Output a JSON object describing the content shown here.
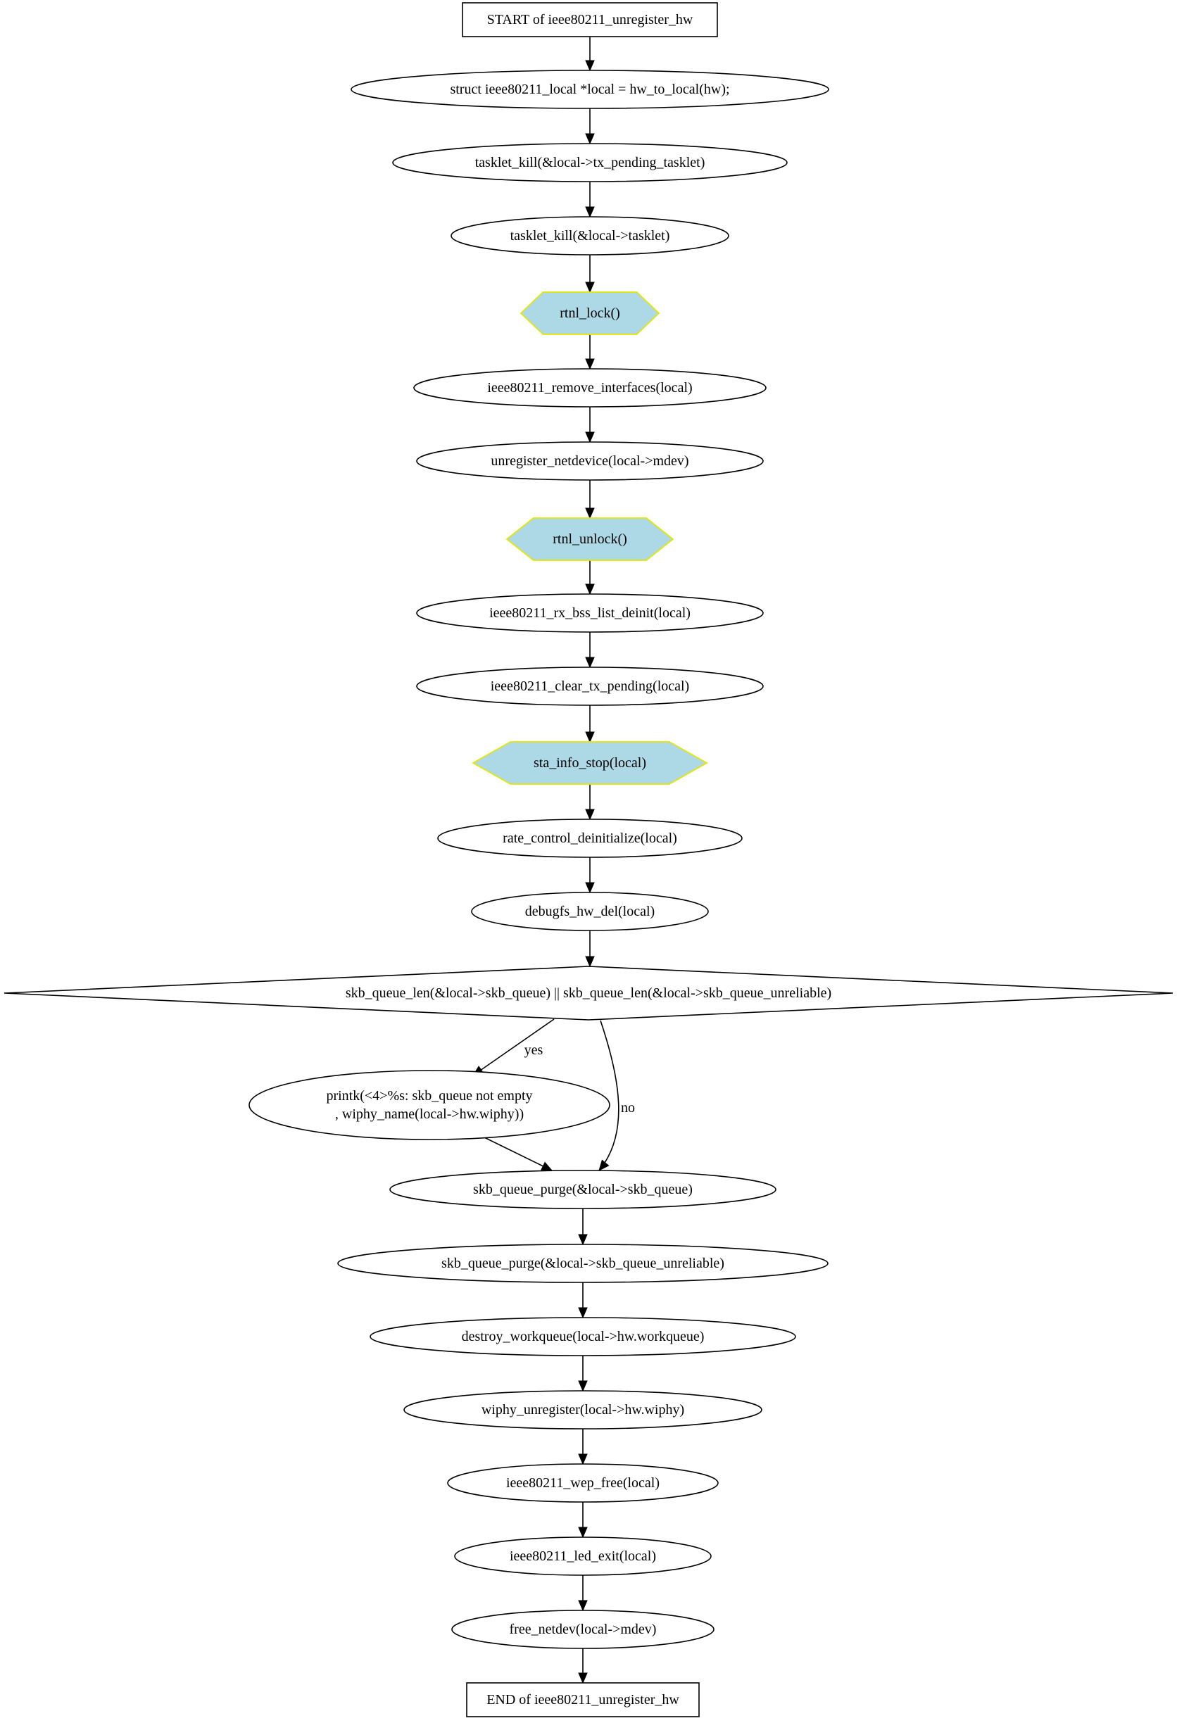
{
  "diagram": {
    "nodes": [
      {
        "id": "start",
        "shape": "box",
        "lines": [
          "START of ieee80211_unregister_hw"
        ]
      },
      {
        "id": "n1",
        "shape": "ellipse",
        "lines": [
          "struct ieee80211_local *local = hw_to_local(hw);"
        ]
      },
      {
        "id": "n2",
        "shape": "ellipse",
        "lines": [
          "tasklet_kill(&local->tx_pending_tasklet)"
        ]
      },
      {
        "id": "n3",
        "shape": "ellipse",
        "lines": [
          "tasklet_kill(&local->tasklet)"
        ]
      },
      {
        "id": "n4",
        "shape": "hexagon",
        "lines": [
          "rtnl_lock()"
        ]
      },
      {
        "id": "n5",
        "shape": "ellipse",
        "lines": [
          "ieee80211_remove_interfaces(local)"
        ]
      },
      {
        "id": "n6",
        "shape": "ellipse",
        "lines": [
          "unregister_netdevice(local->mdev)"
        ]
      },
      {
        "id": "n7",
        "shape": "hexagon",
        "lines": [
          "rtnl_unlock()"
        ]
      },
      {
        "id": "n8",
        "shape": "ellipse",
        "lines": [
          "ieee80211_rx_bss_list_deinit(local)"
        ]
      },
      {
        "id": "n9",
        "shape": "ellipse",
        "lines": [
          "ieee80211_clear_tx_pending(local)"
        ]
      },
      {
        "id": "n10",
        "shape": "hexagon",
        "lines": [
          "sta_info_stop(local)"
        ]
      },
      {
        "id": "n11",
        "shape": "ellipse",
        "lines": [
          "rate_control_deinitialize(local)"
        ]
      },
      {
        "id": "n12",
        "shape": "ellipse",
        "lines": [
          "debugfs_hw_del(local)"
        ]
      },
      {
        "id": "n13",
        "shape": "diamond",
        "lines": [
          "skb_queue_len(&local->skb_queue) || skb_queue_len(&local->skb_queue_unreliable)"
        ]
      },
      {
        "id": "n14",
        "shape": "ellipse",
        "lines": [
          "printk(<4>%s: skb_queue not empty",
          ", wiphy_name(local->hw.wiphy))"
        ]
      },
      {
        "id": "n15",
        "shape": "ellipse",
        "lines": [
          "skb_queue_purge(&local->skb_queue)"
        ]
      },
      {
        "id": "n16",
        "shape": "ellipse",
        "lines": [
          "skb_queue_purge(&local->skb_queue_unreliable)"
        ]
      },
      {
        "id": "n17",
        "shape": "ellipse",
        "lines": [
          "destroy_workqueue(local->hw.workqueue)"
        ]
      },
      {
        "id": "n18",
        "shape": "ellipse",
        "lines": [
          "wiphy_unregister(local->hw.wiphy)"
        ]
      },
      {
        "id": "n19",
        "shape": "ellipse",
        "lines": [
          "ieee80211_wep_free(local)"
        ]
      },
      {
        "id": "n20",
        "shape": "ellipse",
        "lines": [
          "ieee80211_led_exit(local)"
        ]
      },
      {
        "id": "n21",
        "shape": "ellipse",
        "lines": [
          "free_netdev(local->mdev)"
        ]
      },
      {
        "id": "end",
        "shape": "box",
        "lines": [
          "END of ieee80211_unregister_hw"
        ]
      }
    ],
    "edges": [
      {
        "from": "start",
        "to": "n1",
        "label": ""
      },
      {
        "from": "n1",
        "to": "n2",
        "label": ""
      },
      {
        "from": "n2",
        "to": "n3",
        "label": ""
      },
      {
        "from": "n3",
        "to": "n4",
        "label": ""
      },
      {
        "from": "n4",
        "to": "n5",
        "label": ""
      },
      {
        "from": "n5",
        "to": "n6",
        "label": ""
      },
      {
        "from": "n6",
        "to": "n7",
        "label": ""
      },
      {
        "from": "n7",
        "to": "n8",
        "label": ""
      },
      {
        "from": "n8",
        "to": "n9",
        "label": ""
      },
      {
        "from": "n9",
        "to": "n10",
        "label": ""
      },
      {
        "from": "n10",
        "to": "n11",
        "label": ""
      },
      {
        "from": "n11",
        "to": "n12",
        "label": ""
      },
      {
        "from": "n12",
        "to": "n13",
        "label": ""
      },
      {
        "from": "n13",
        "to": "n14",
        "label": "yes"
      },
      {
        "from": "n13",
        "to": "n15",
        "label": "no"
      },
      {
        "from": "n14",
        "to": "n15",
        "label": ""
      },
      {
        "from": "n15",
        "to": "n16",
        "label": ""
      },
      {
        "from": "n16",
        "to": "n17",
        "label": ""
      },
      {
        "from": "n17",
        "to": "n18",
        "label": ""
      },
      {
        "from": "n18",
        "to": "n19",
        "label": ""
      },
      {
        "from": "n19",
        "to": "n20",
        "label": ""
      },
      {
        "from": "n20",
        "to": "n21",
        "label": ""
      },
      {
        "from": "n21",
        "to": "end",
        "label": ""
      }
    ],
    "colors": {
      "hexagon_fill": "#add8e6",
      "hexagon_stroke": "#e6e600",
      "stroke": "#000000",
      "background": "#ffffff"
    }
  }
}
